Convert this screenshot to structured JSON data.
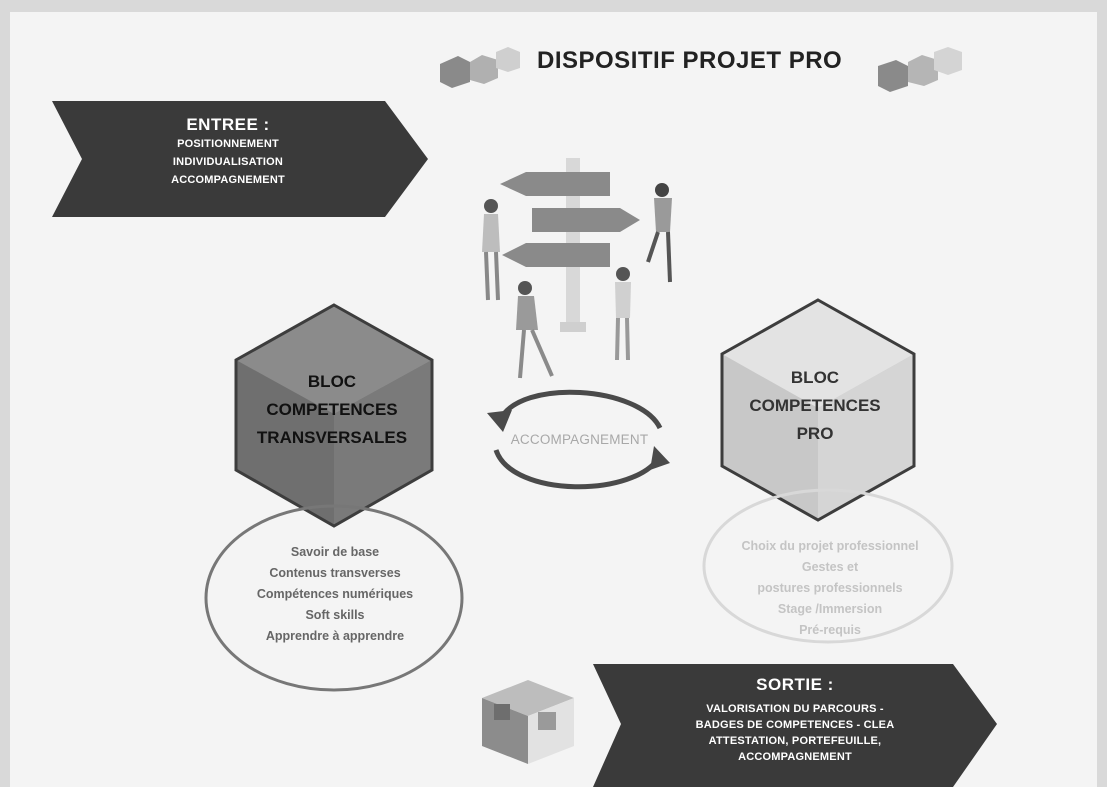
{
  "title": "DISPOSITIF PROJET PRO",
  "entree": {
    "heading": "ENTREE :",
    "lines": [
      "POSITIONNEMENT",
      "INDIVIDUALISATION",
      "ACCOMPAGNEMENT"
    ]
  },
  "bloc_transversal": {
    "lines": [
      "BLOC",
      "COMPETENCES",
      "TRANSVERSALES"
    ],
    "items": [
      "Savoir de base",
      "Contenus transverses",
      "Compétences numériques",
      "Soft skills",
      "Apprendre à apprendre"
    ]
  },
  "bloc_pro": {
    "lines": [
      "BLOC",
      "COMPETENCES",
      "PRO"
    ],
    "items": [
      "Choix du projet professionnel",
      "Gestes et",
      "postures professionnels",
      "Stage /Immersion",
      "Pré-requis"
    ]
  },
  "center_label": "ACCOMPAGNEMENT",
  "sortie": {
    "heading": "SORTIE :",
    "lines": [
      "VALORISATION DU PARCOURS -",
      "BADGES DE COMPETENCES - CLEA",
      "ATTESTATION, PORTEFEUILLE,",
      "ACCOMPAGNEMENT"
    ]
  },
  "colors": {
    "arrow_banner": "#3a3a3a",
    "hex_left_top": "#8b8b8b",
    "hex_left_face": "#6f6f6f",
    "hex_right_face": "#c8c8c8",
    "ellipse_left": "#777777",
    "ellipse_right": "#d8d8d8"
  }
}
